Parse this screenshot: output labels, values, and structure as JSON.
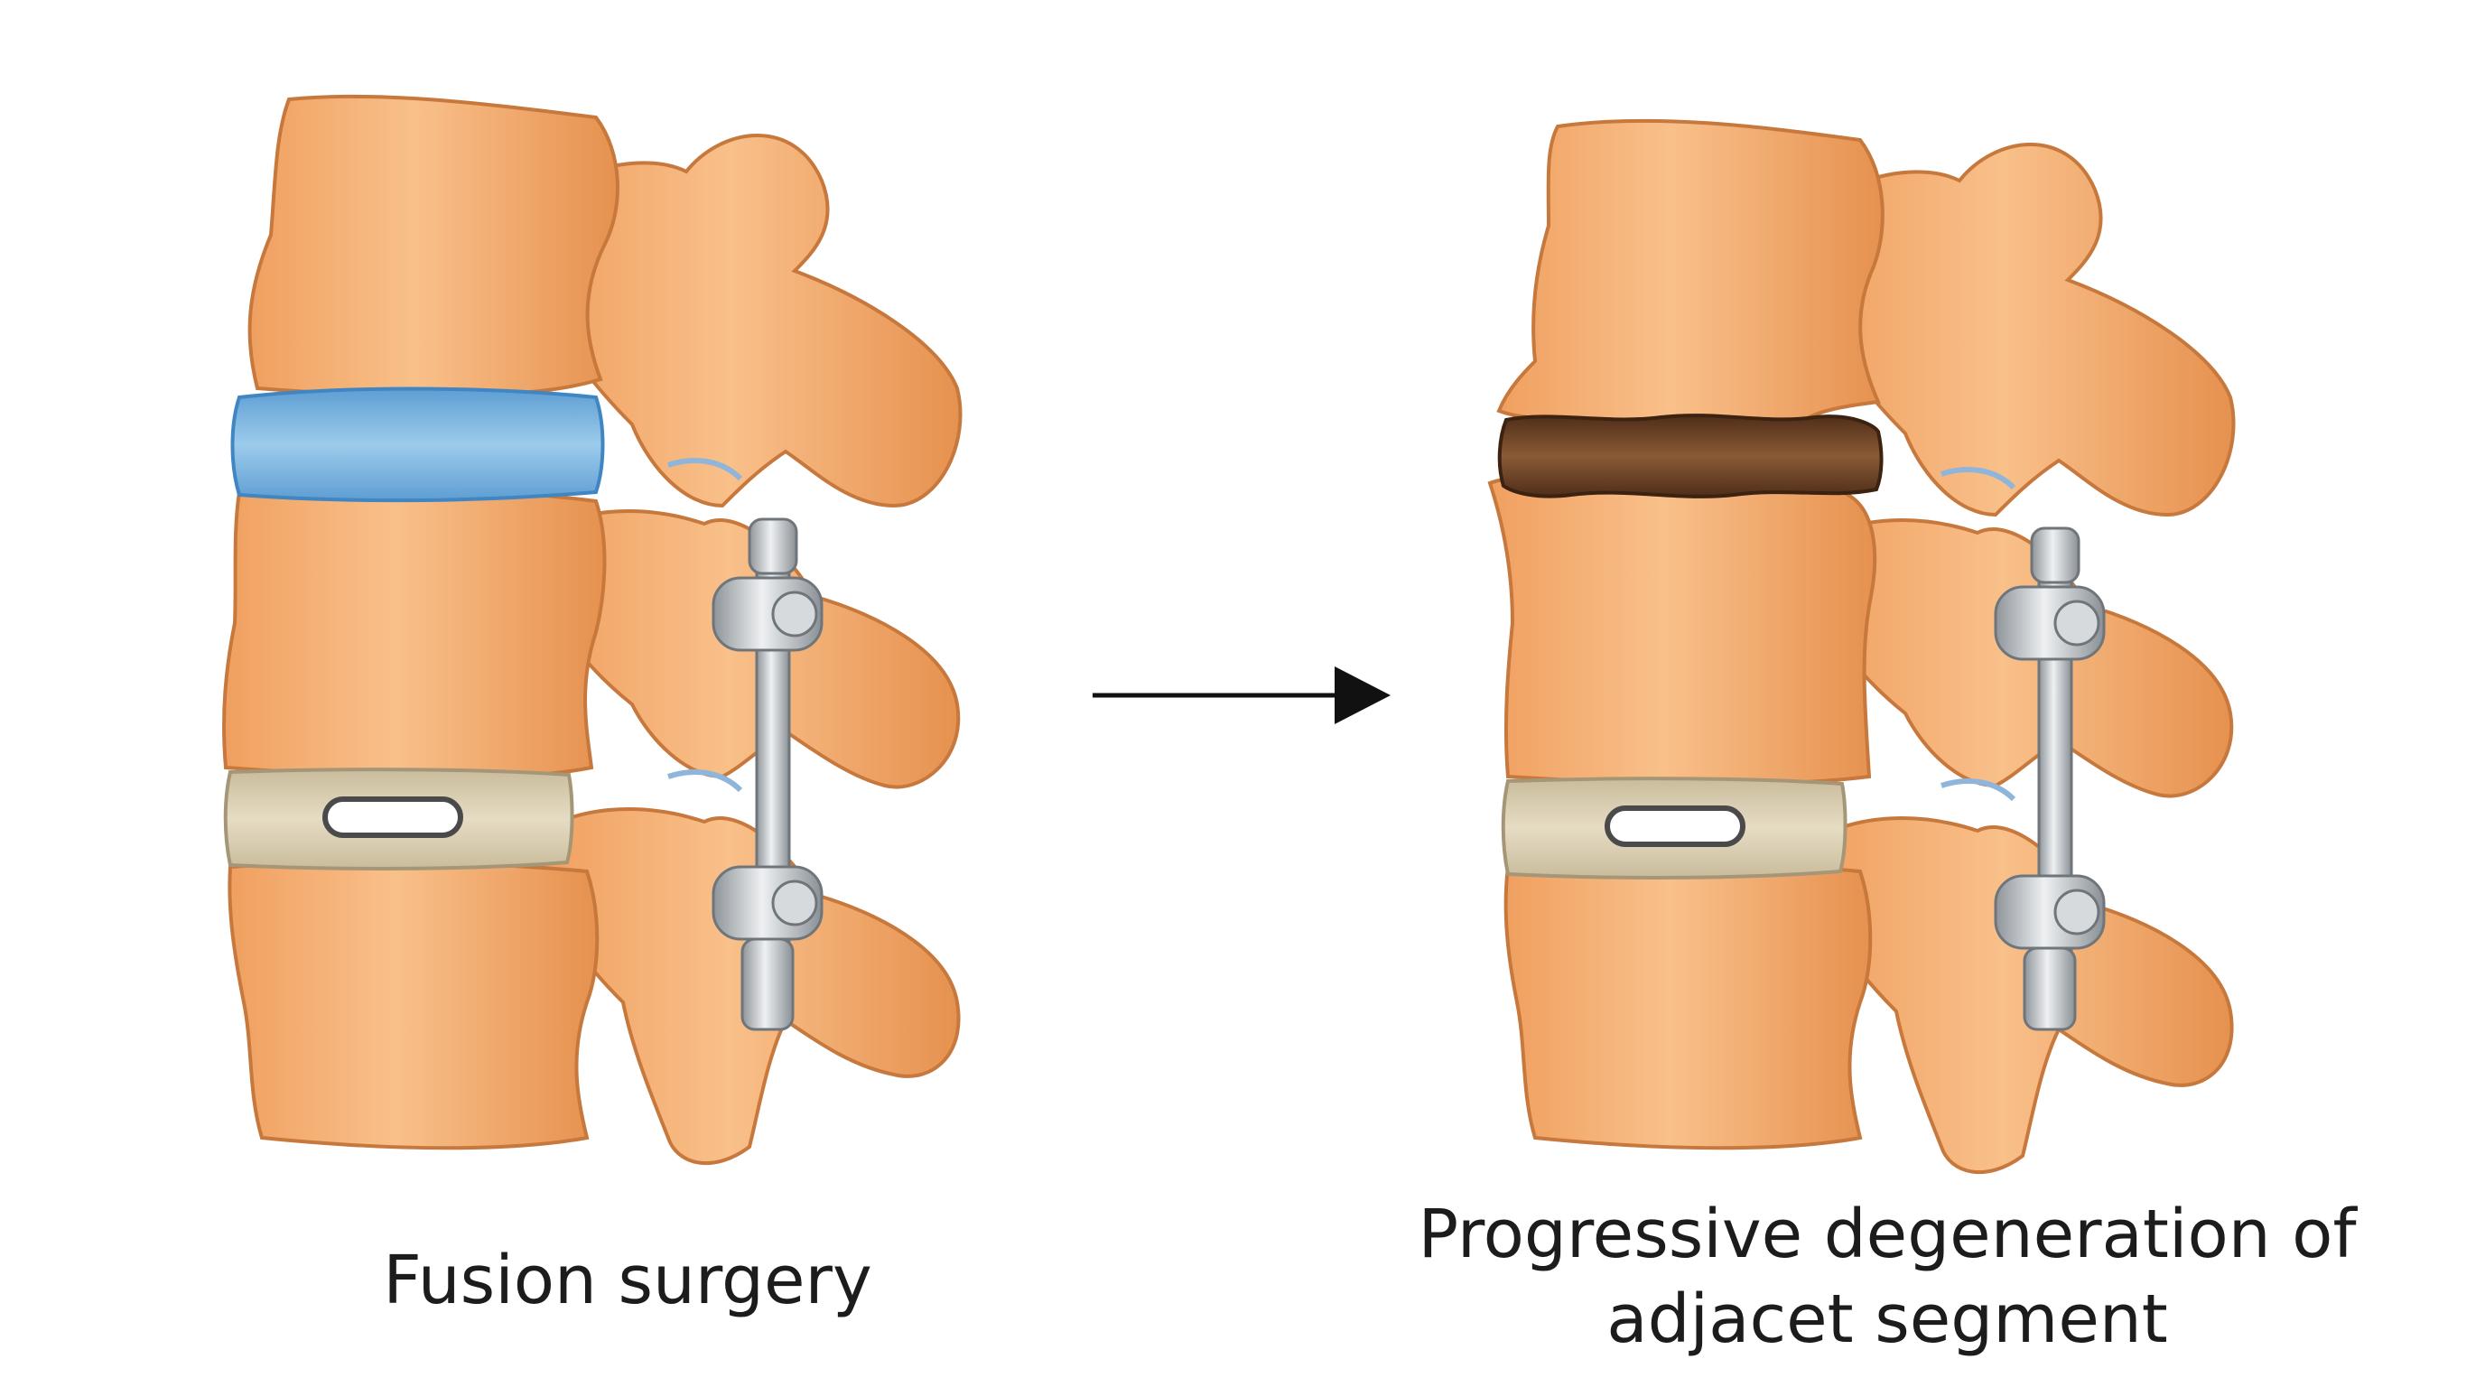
{
  "captions": {
    "left": "Fusion surgery",
    "right_line1": "Progressive degeneration of",
    "right_line2": "adjacet segment"
  },
  "colors": {
    "bone": "#F3A867",
    "bone_dark": "#D98A4B",
    "healthy_disc": "#79B6E0",
    "degenerated_disc": "#7A4B2C",
    "implant_cage": "#D8CDB2",
    "hardware_metal": "#B9BEC2",
    "arrow": "#111111"
  },
  "icons": {
    "transition_arrow": "arrow-right"
  }
}
